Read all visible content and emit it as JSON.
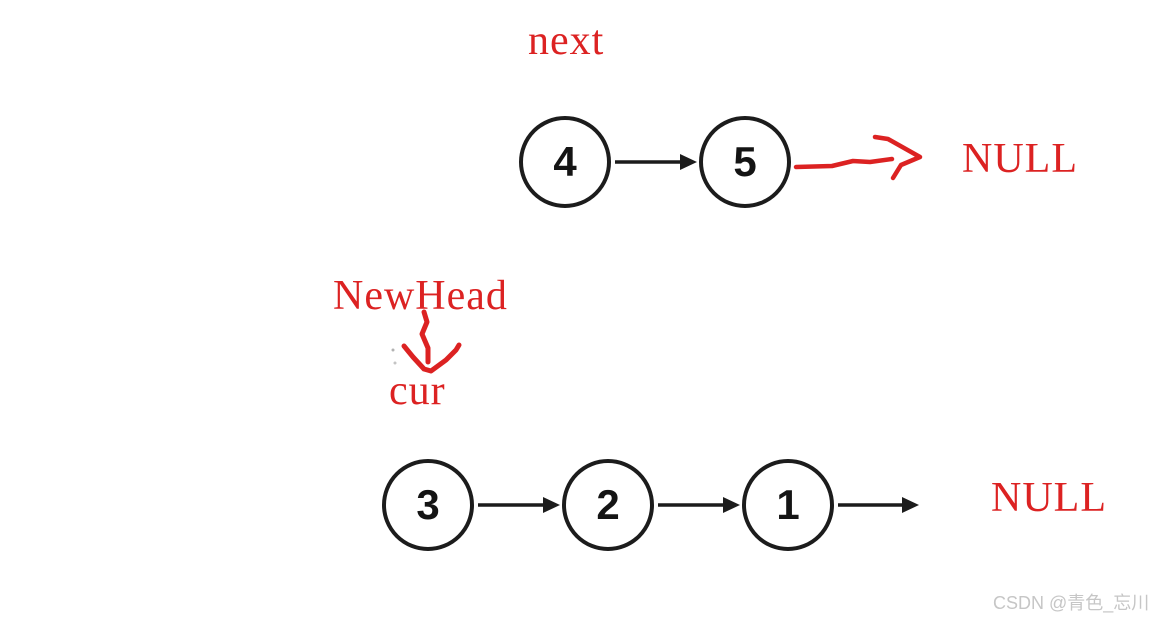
{
  "labels": {
    "next": "next",
    "new_head": "NewHead",
    "cur": "cur"
  },
  "top_list": {
    "nodes": [
      "4",
      "5"
    ],
    "terminator": "NULL"
  },
  "bottom_list": {
    "nodes": [
      "3",
      "2",
      "1"
    ],
    "terminator": "NULL"
  },
  "watermark": "CSDN @青色_忘川",
  "colors": {
    "annotation_red": "#dc2222",
    "line_black": "#1c1c1c",
    "watermark_gray": "#c6c6c6",
    "background": "#ffffff"
  }
}
